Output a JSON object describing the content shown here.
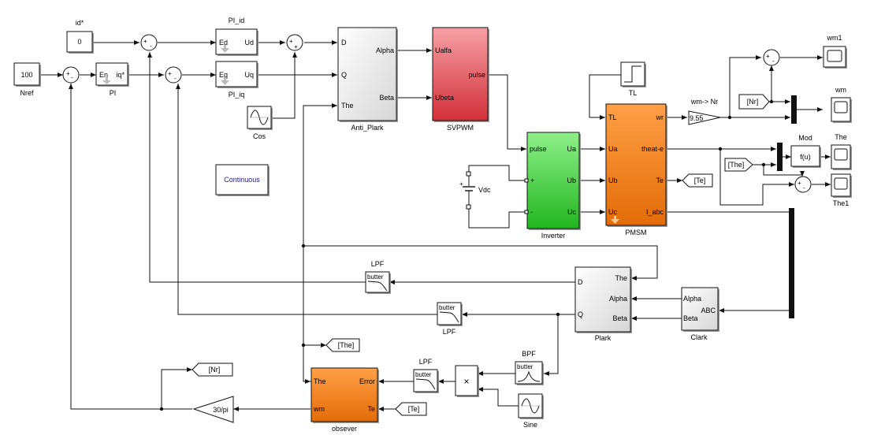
{
  "colors": {
    "pink": "#ec6b73",
    "green": "#4dd24a",
    "orange": "#f3831c",
    "label_blue": "#1a1a8a"
  },
  "blocks": {
    "id_star": {
      "title": "id*",
      "value": "0"
    },
    "nref": {
      "value": "100",
      "caption": "Nref"
    },
    "pi": {
      "caption": "PI",
      "in": "En",
      "out": "iq*"
    },
    "pi_id": {
      "title": "PI_id",
      "in": "Ed",
      "out": "Ud"
    },
    "pi_iq": {
      "caption": "PI_iq",
      "in": "Eq",
      "out": "Uq"
    },
    "cos": {
      "caption": "Cos"
    },
    "anti_plark": {
      "caption": "Anti_Plark",
      "in": [
        "D",
        "Q",
        "The"
      ],
      "out": [
        "Alpha",
        "Beta"
      ]
    },
    "svpwm": {
      "caption": "SVPWM",
      "in": [
        "Ualfa",
        "Ubeta"
      ],
      "out": "pulse"
    },
    "inverter": {
      "caption": "Inverter",
      "in": [
        "pulse",
        "+",
        "-"
      ],
      "out": [
        "Ua",
        "Ub",
        "Uc"
      ]
    },
    "vdc": {
      "label": "Vdc"
    },
    "continuous": {
      "label": "Continuous"
    },
    "tl": {
      "caption": "TL"
    },
    "pmsm": {
      "caption": "PMSM",
      "in": [
        "TL",
        "Ua",
        "Ub",
        "Uc"
      ],
      "out": [
        "wr",
        "theat-e",
        "Te",
        "I_abc"
      ]
    },
    "gain_955": {
      "title": "wm-> Nr",
      "value": "9.55"
    },
    "goto_te": {
      "label": "[Te]"
    },
    "from_nr_top": {
      "label": "[Nr]"
    },
    "from_the_right": {
      "label": "[The]"
    },
    "mod": {
      "title": "Mod",
      "label": "f(u)"
    },
    "scope_wm1": {
      "caption": "wm1"
    },
    "scope_wm": {
      "caption": "wm"
    },
    "scope_the": {
      "caption": "The"
    },
    "scope_the1": {
      "caption": "The1"
    },
    "lpf1": {
      "title": "LPF",
      "label": "butter"
    },
    "lpf2": {
      "caption": "LPF",
      "label": "butter"
    },
    "lpf3": {
      "title": "LPF",
      "label": "butter"
    },
    "bpf": {
      "title": "BPF",
      "label": "butter"
    },
    "plark": {
      "caption": "Plark",
      "in": [
        "Alpha",
        "Beta"
      ],
      "out": [
        "D",
        "Q"
      ],
      "in_top": "The"
    },
    "clark": {
      "caption": "Clark",
      "out": [
        "Alpha",
        "Beta"
      ],
      "in": "ABC"
    },
    "goto_the": {
      "label": "[The]"
    },
    "goto_nr": {
      "label": "[Nr]"
    },
    "from_te_bottom": {
      "label": "[Te]"
    },
    "gain_30pi": {
      "label": "30/pi"
    },
    "observer": {
      "caption": "obsever",
      "in": [
        "The"
      ],
      "out": [
        "Error",
        "Te"
      ],
      "in2": "wm"
    },
    "product": {
      "label": "×"
    },
    "sine": {
      "caption": "Sine"
    }
  }
}
